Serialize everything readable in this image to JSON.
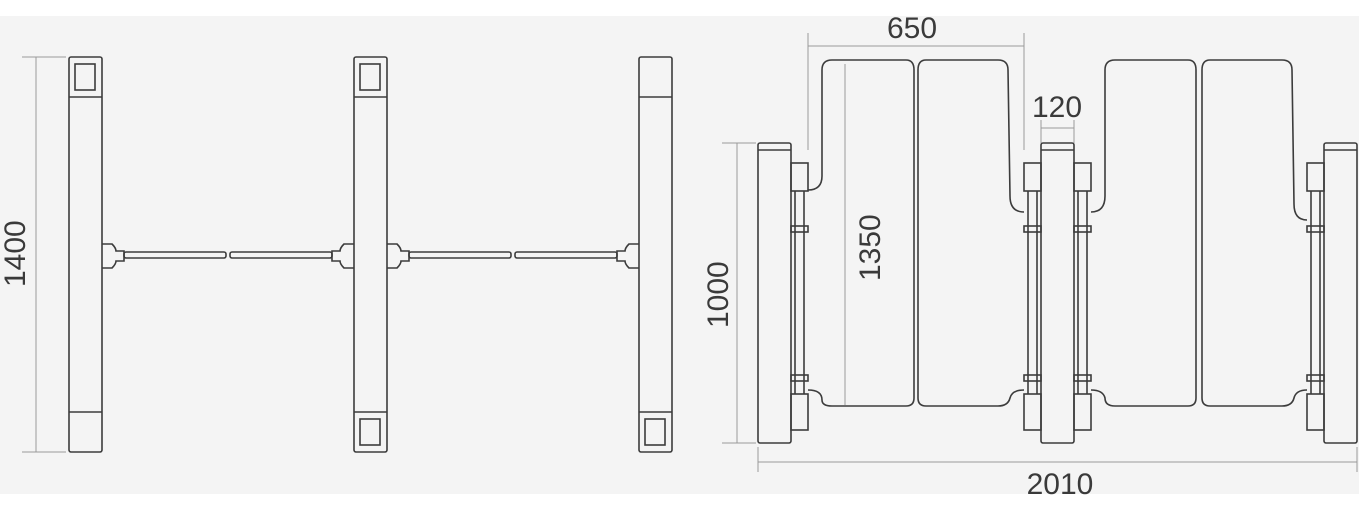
{
  "dimensions": {
    "top_view_height": "1400",
    "gate_width": "650",
    "cabinet_width": "120",
    "flap_height": "1350",
    "cabinet_height": "1000",
    "total_width": "2010"
  },
  "colors": {
    "background": "#f4f4f4",
    "line": "#3c3c3c",
    "dimension_line": "#9a9a9a",
    "text": "#3a3a3a"
  }
}
